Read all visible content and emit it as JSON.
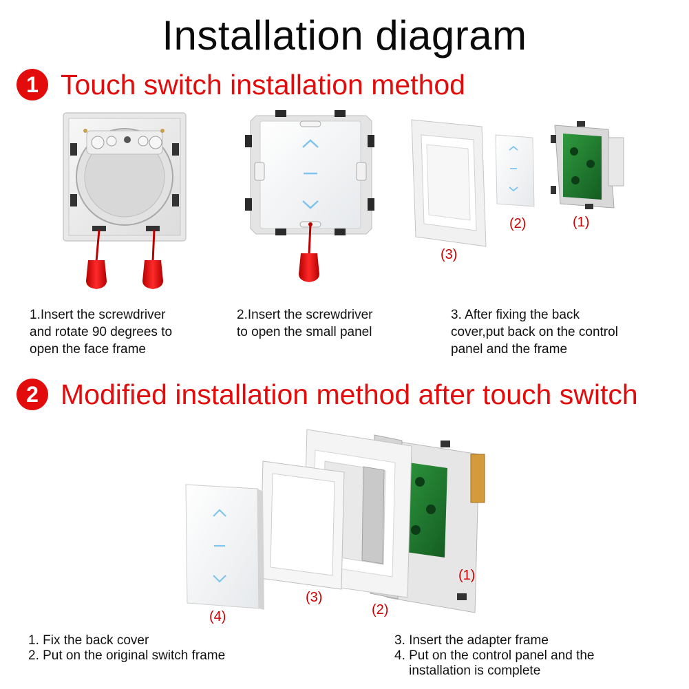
{
  "title": "Installation diagram",
  "colors": {
    "accent": "#e20c0c",
    "text": "#111111",
    "label": "#cc0000",
    "pcb": "#1e7a2e"
  },
  "section1": {
    "number": "1",
    "heading": "Touch switch installation method",
    "steps": [
      {
        "lines": [
          "1.Insert the screwdriver",
          "and rotate 90 degrees to",
          "open the face frame"
        ]
      },
      {
        "lines": [
          "2.Insert the screwdriver",
          "to open the small panel"
        ]
      },
      {
        "lines": [
          "3. After fixing the back",
          "cover,put back on the control",
          "panel and the frame"
        ]
      }
    ],
    "part_labels": {
      "p1": "(1)",
      "p2": "(2)",
      "p3": "(3)"
    }
  },
  "section2": {
    "number": "2",
    "heading": "Modified installation method after touch switch",
    "part_labels": {
      "p1": "(1)",
      "p2": "(2)",
      "p3": "(3)",
      "p4": "(4)"
    },
    "steps_left": [
      "1. Fix the back cover",
      "2. Put on the original switch frame"
    ],
    "steps_right": [
      "3. Insert the adapter frame",
      "4. Put on the control panel and the",
      "    installation is complete"
    ]
  }
}
